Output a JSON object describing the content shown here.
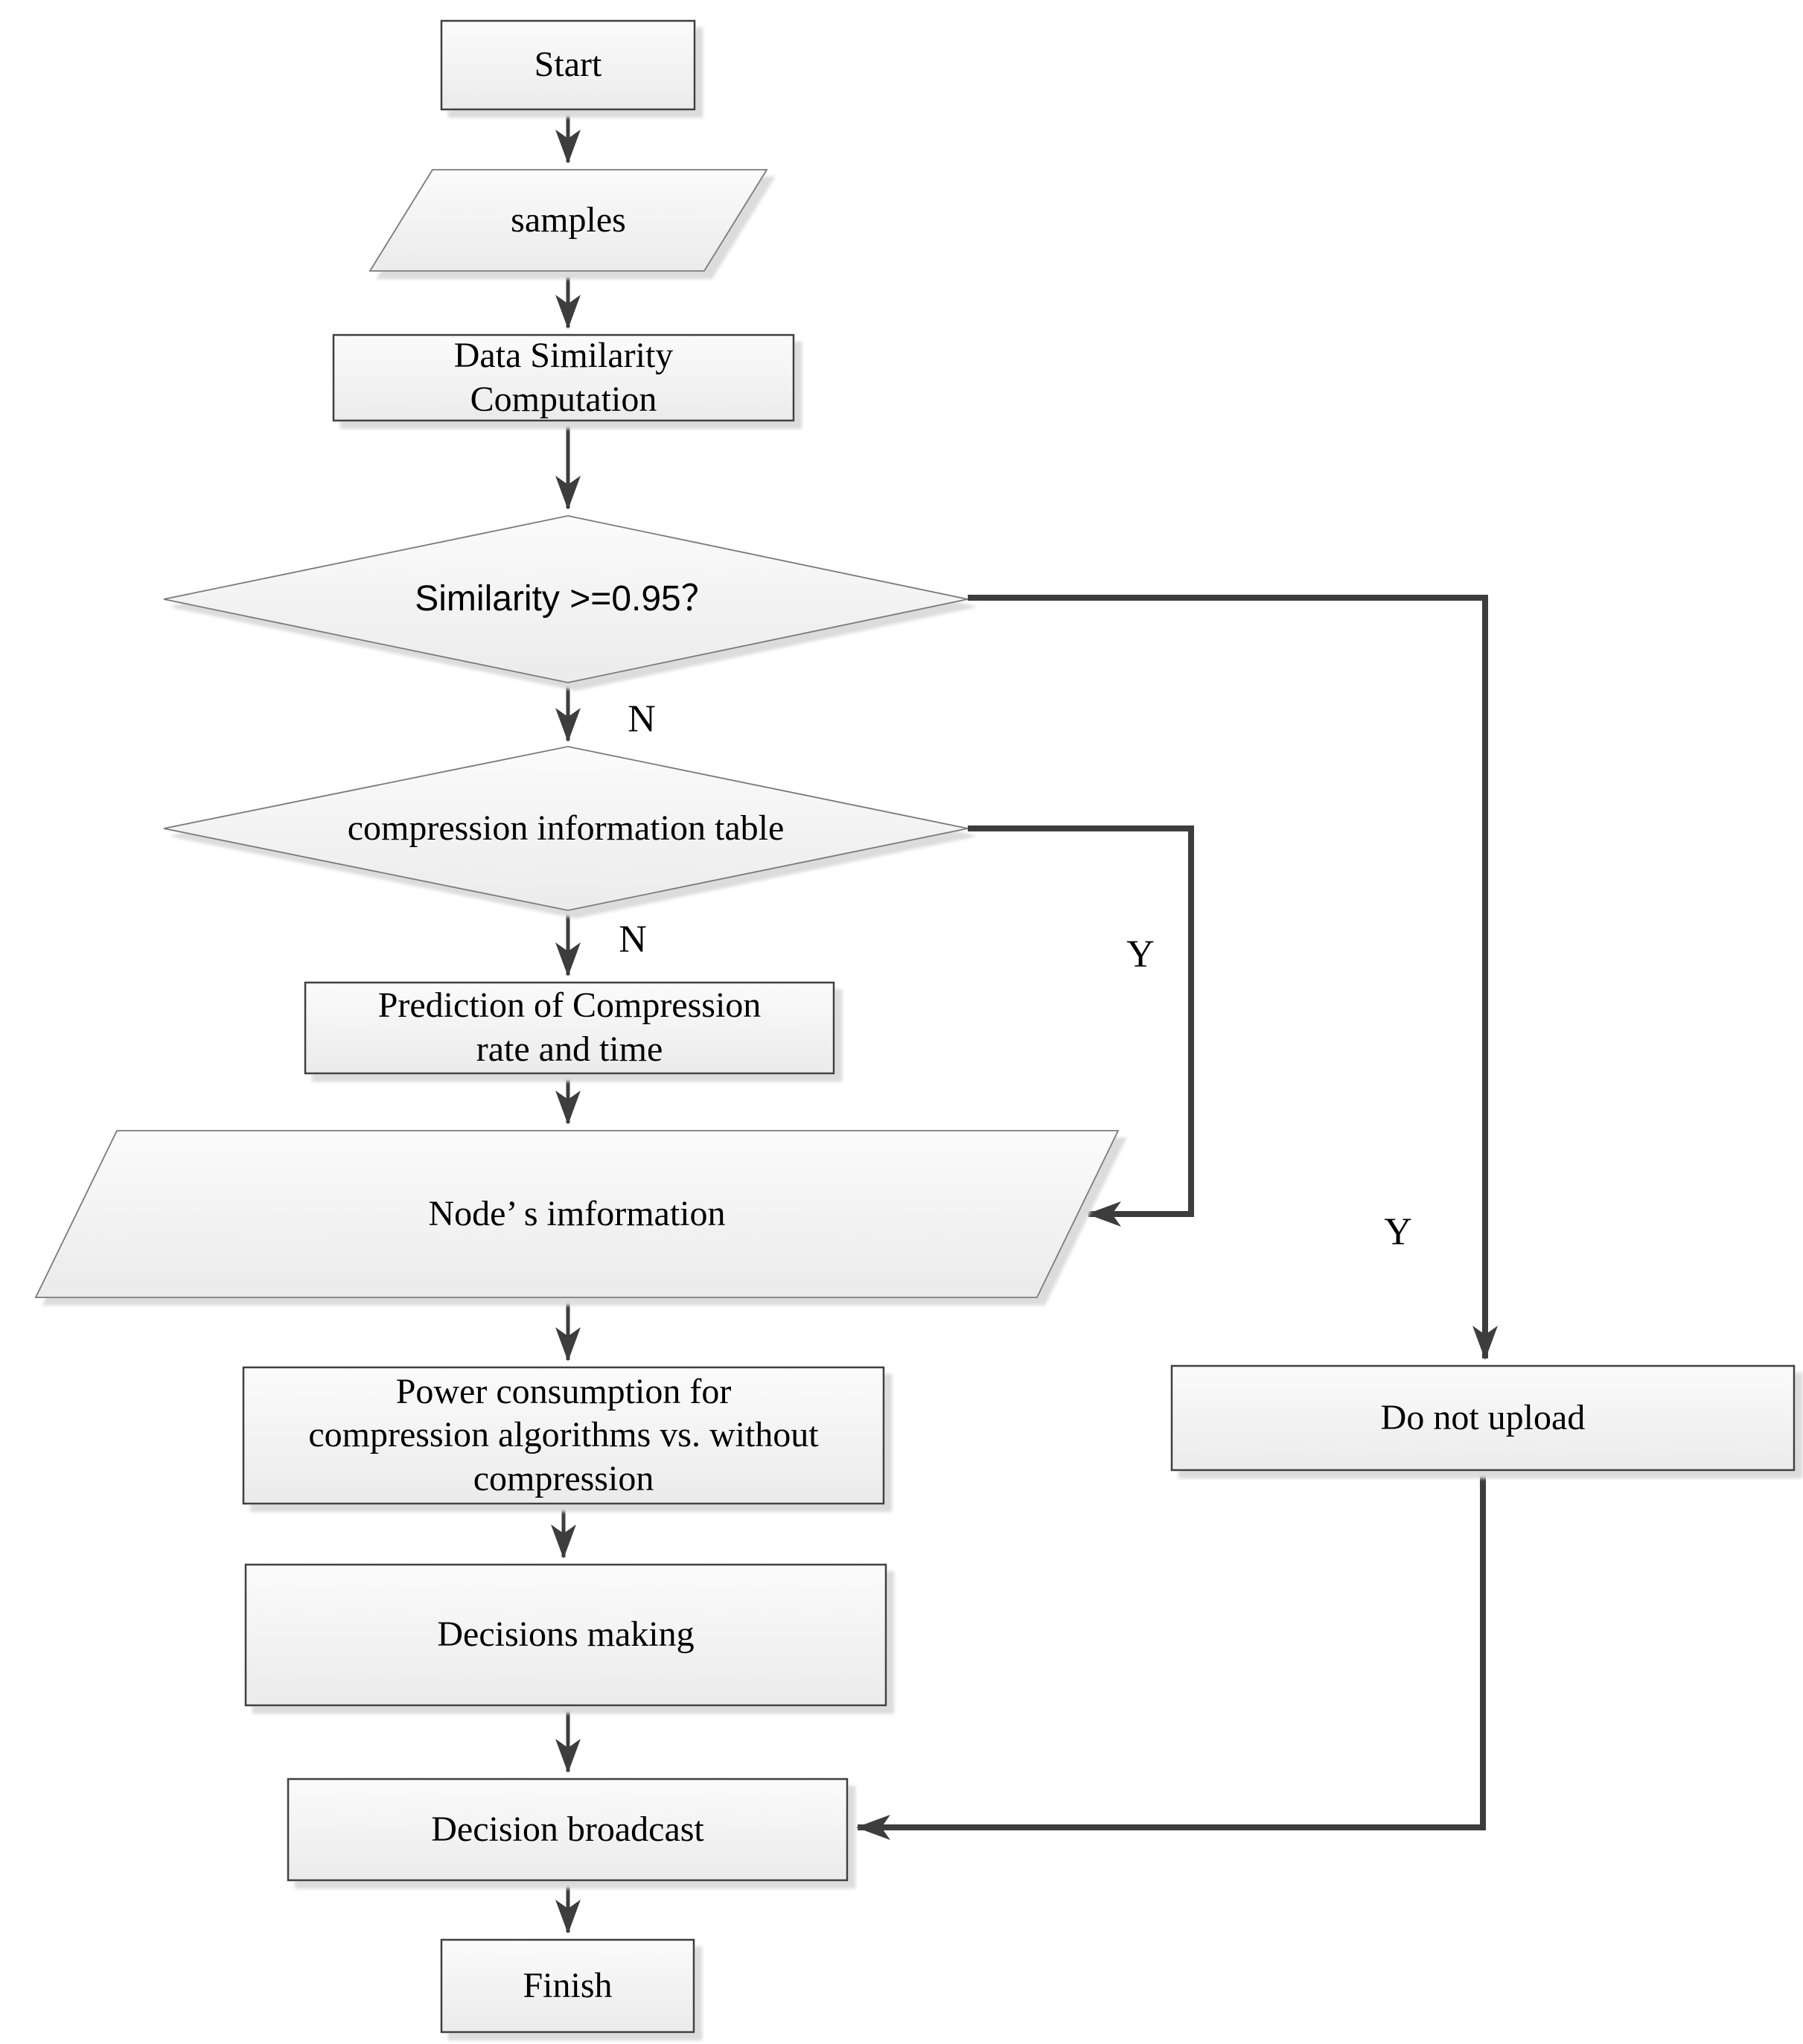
{
  "figure": {
    "background": "#ffffff",
    "connector_color": "#3d3d3d",
    "rect_border_color": "#3f3f3f",
    "thin_border_color": "#7a7a7a",
    "shape_fill_top": "#fbfbfb",
    "shape_fill_bottom": "#ebebeb",
    "shadow_color": "#dcdcdc",
    "text_color": "#000000"
  },
  "nodes": {
    "start": {
      "shape": "rectangle",
      "label": "Start"
    },
    "samples": {
      "shape": "parallelogram",
      "label": "samples"
    },
    "data_similarity": {
      "shape": "rectangle",
      "line1": "Data Similarity",
      "line2": "Computation"
    },
    "similarity_check": {
      "shape": "diamond",
      "label": "Similarity >=0.95？"
    },
    "compression_table": {
      "shape": "diamond",
      "label": "compression information table"
    },
    "prediction": {
      "shape": "rectangle",
      "line1": "Prediction of Compression",
      "line2": "rate and time"
    },
    "node_information": {
      "shape": "parallelogram",
      "label": "Node’ s imformation"
    },
    "power_consumption": {
      "shape": "rectangle",
      "line1": "Power consumption for",
      "line2": "compression algorithms  vs. without",
      "line3": "compression"
    },
    "decisions_making": {
      "shape": "rectangle",
      "label": "Decisions making"
    },
    "do_not_upload": {
      "shape": "rectangle",
      "label": "Do not upload"
    },
    "decision_broadcast": {
      "shape": "rectangle",
      "label": "Decision broadcast"
    },
    "finish": {
      "shape": "rectangle",
      "label": "Finish"
    }
  },
  "edge_labels": {
    "similarity_no": "N",
    "compression_no": "N",
    "compression_yes": "Y",
    "similarity_yes": "Y"
  }
}
